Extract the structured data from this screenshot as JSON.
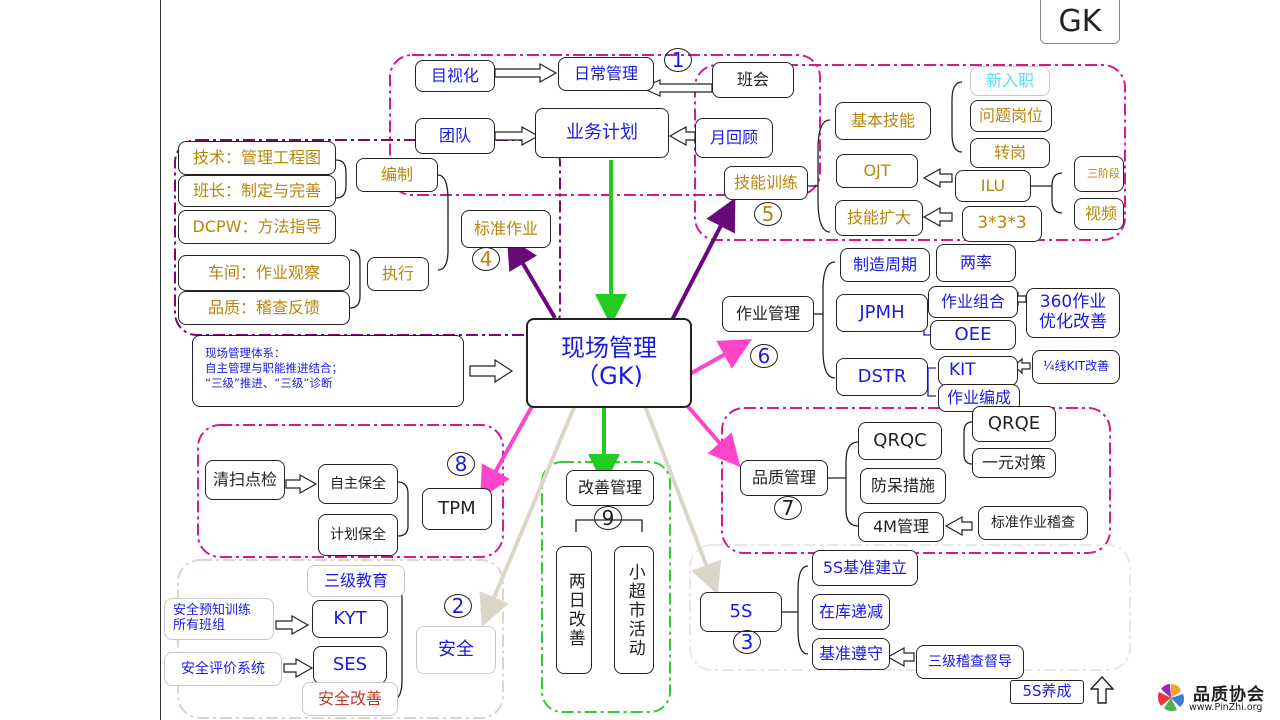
{
  "title": "GK",
  "center": {
    "line1": "现场管理",
    "line2": "（GK)"
  },
  "info": {
    "line1": "现场管理体系：",
    "line2": "自主管理与职能推进结合；",
    "line3": "“三级”推进、“三级”诊断"
  },
  "numbers": {
    "n1": "1",
    "n2": "2",
    "n3": "3",
    "n4": "4",
    "n5": "5",
    "n6": "6",
    "n7": "7",
    "n8": "8",
    "n9": "9"
  },
  "plan": {
    "daily": "日常管理",
    "visual": "目视化",
    "team": "团队",
    "business_plan": "业务计划",
    "shift_meeting": "班会",
    "monthly_review": "月回顾"
  },
  "standard": {
    "tech": "技术：管理工程图",
    "leader": "班长：制定与完善",
    "dcpw": "DCPW：方法指导",
    "compile": "编制",
    "workshop": "车间：作业观察",
    "quality_check": "品质：稽查反馈",
    "execute": "执行",
    "standard_work": "标准作业"
  },
  "skills": {
    "training": "技能训练",
    "basic": "基本技能",
    "newcomer": "新入职",
    "problem_post": "问题岗位",
    "transfer": "转岗",
    "ojt": "OJT",
    "ilu": "ILU",
    "three_stage": "三阶段",
    "video": "视频",
    "expand": "技能扩大",
    "three_x": "3*3*3"
  },
  "operation": {
    "manage": "作业管理",
    "cycle": "制造周期",
    "two_rates": "两率",
    "jpmh": "JPMH",
    "combo": "作业组合",
    "opt360": "360作业",
    "opt360b": "优化改善",
    "oee": "OEE",
    "dstr": "DSTR",
    "kit": "KIT",
    "line_kit": "¼线KIT改善",
    "compile": "作业编成"
  },
  "quality": {
    "manage": "品质管理",
    "qrqc": "QRQC",
    "qrqe": "QRQE",
    "one_yuan": "一元对策",
    "poka": "防呆措施",
    "m4": "4M管理",
    "audit": "标准作业稽查"
  },
  "tpm": {
    "clean": "清扫点检",
    "self": "自主保全",
    "plan": "计划保全",
    "tpm": "TPM"
  },
  "improve": {
    "manage": "改善管理",
    "two_day": "两日改善",
    "small": "小超市活动"
  },
  "five_s": {
    "five_s": "5S",
    "standard": "5S基准建立",
    "inventory": "在库递减",
    "comply": "基准遵守",
    "three_audit": "三级稽查督导",
    "cultivate": "5S养成"
  },
  "safety": {
    "edu": "三级教育",
    "kyt_text1": "安全预知训练",
    "kyt_text2": "所有班组",
    "kyt": "KYT",
    "ses_text": "安全评价系统",
    "ses": "SES",
    "safety": "安全",
    "improve": "安全改善"
  },
  "logo": {
    "cn": "品质协会",
    "url": "www.PinZhi.org"
  },
  "colors": {
    "green": "#22cc22",
    "purple": "#6a0a7a",
    "magenta": "#ff44cc",
    "dash_pink": "#d41a8c",
    "dash_purple": "#7a0a6a",
    "pale": "#dcd6c8",
    "green_dash": "#33cc33"
  }
}
